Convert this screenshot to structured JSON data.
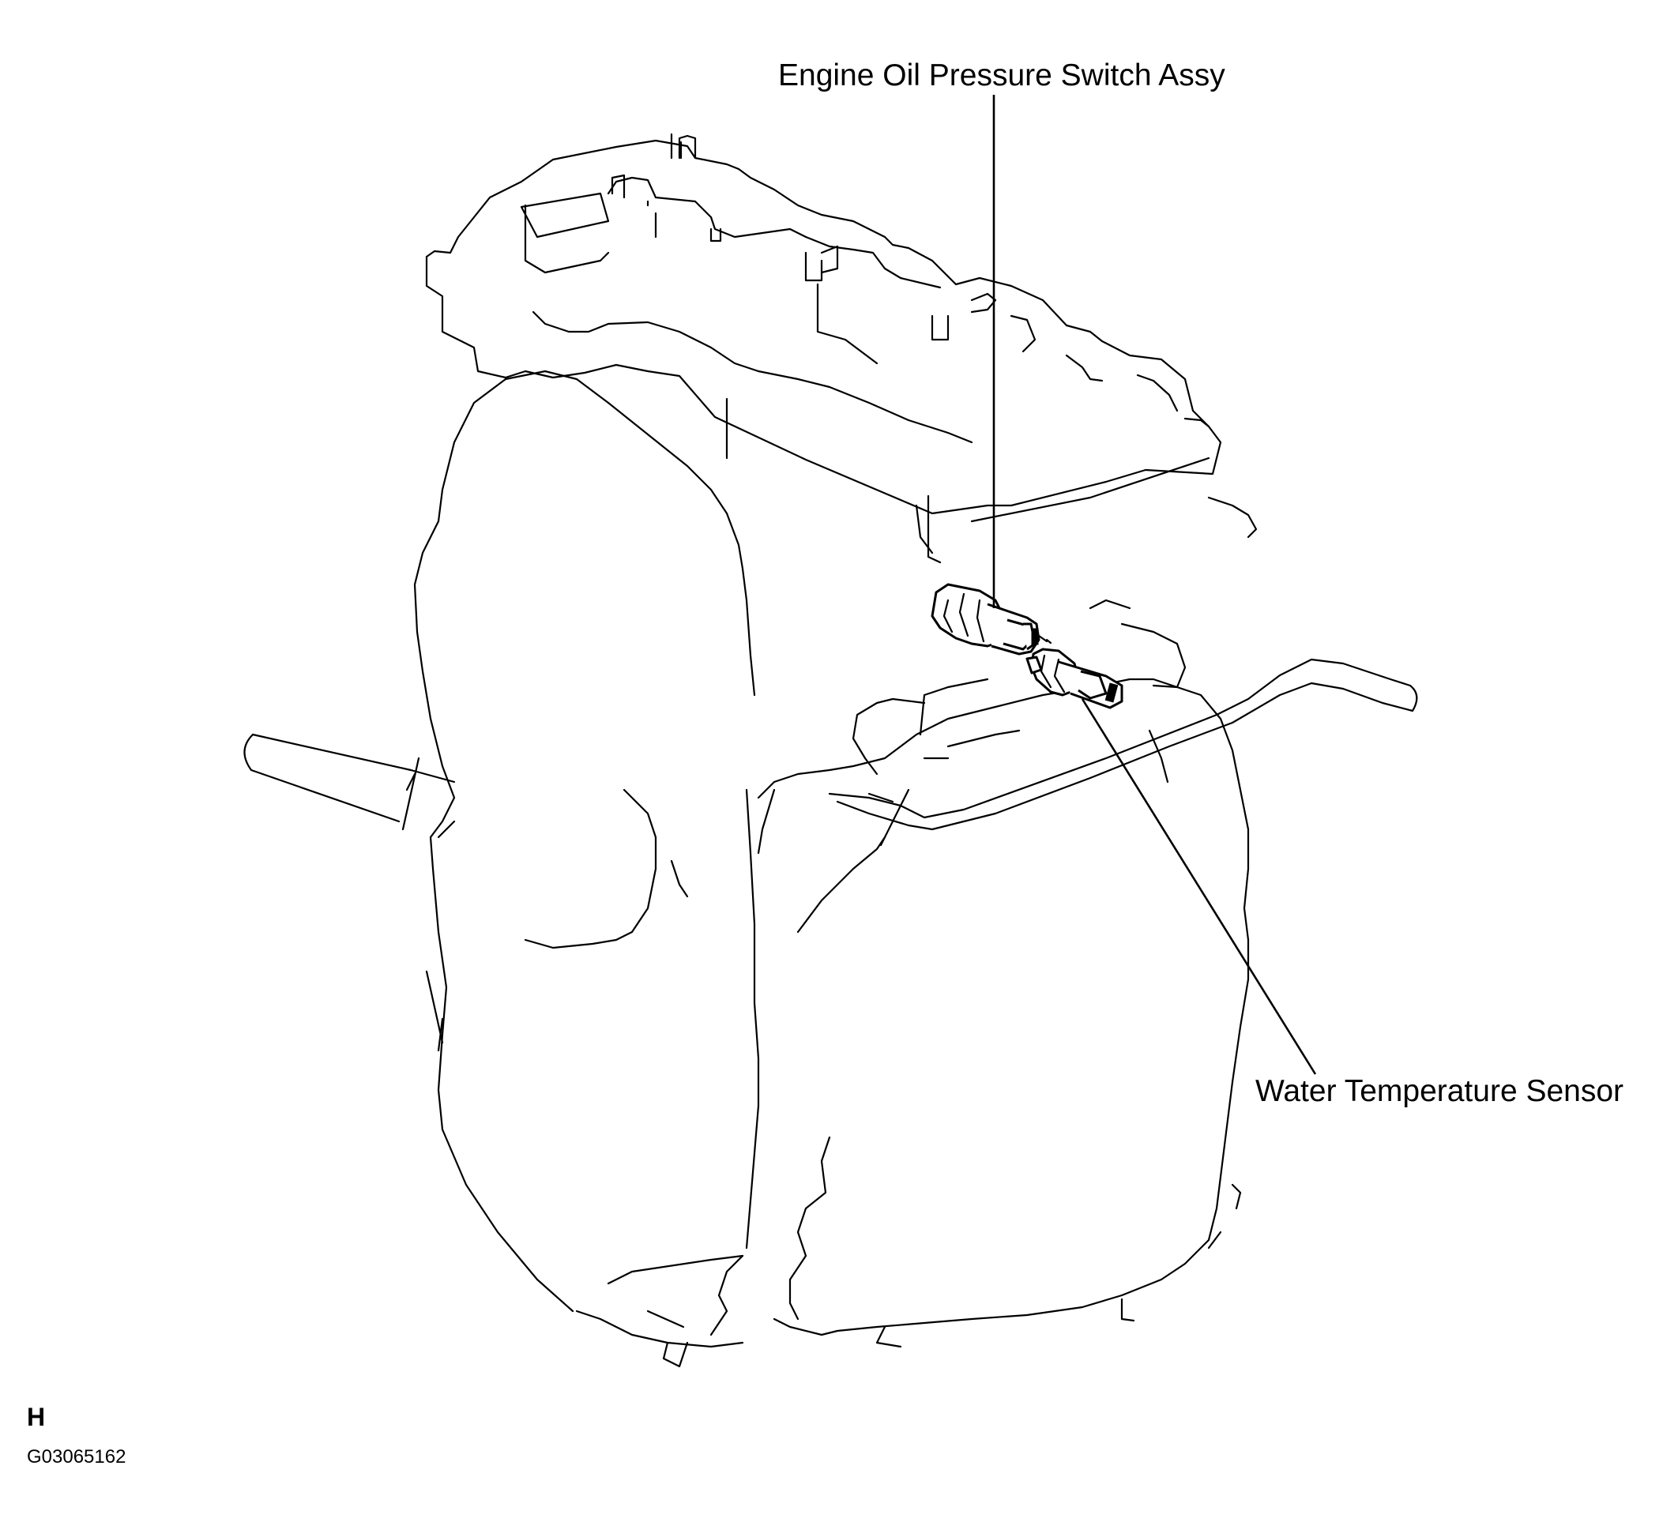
{
  "diagram": {
    "callouts": {
      "oil_pressure_switch": "Engine Oil Pressure Switch Assy",
      "water_temperature_sensor": "Water Temperature Sensor"
    },
    "figure_code": {
      "letter": "H",
      "number": "G03065162"
    },
    "colors": {
      "line": "#000000",
      "background": "#ffffff"
    }
  }
}
